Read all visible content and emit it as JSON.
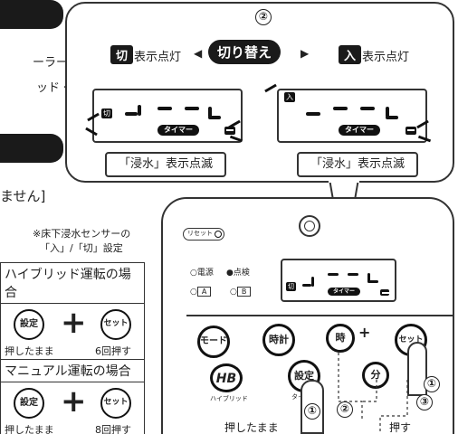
{
  "left_text": {
    "line1": "ーラー",
    "line2": "ッド・",
    "line3": "ません]"
  },
  "callout": {
    "step": "②",
    "off_tag": "切",
    "off_label": "表示点灯",
    "switch_label": "切り替え",
    "on_tag": "入",
    "on_label": "表示点灯",
    "lcd_off_marker": "切",
    "lcd_on_marker": "入",
    "timer_pill": "タイマー",
    "flood_left": "「浸水」表示点滅",
    "flood_right": "「浸水」表示点滅"
  },
  "note": {
    "line1": "※床下浸水センサーの",
    "line2": "「入」/「切」設定"
  },
  "table": {
    "hybrid_title": "ハイブリッド運転の場合",
    "manual_title": "マニュアル運転の場合",
    "btn_setting": "設定",
    "btn_set": "セット",
    "hold": "押したまま",
    "hybrid_count": "6回押す",
    "manual_count": "8回押す"
  },
  "remote": {
    "reset": "リセット",
    "power": "○電源",
    "check": "●点検",
    "a_label": "○",
    "a_box": "A",
    "b_label": "○",
    "b_box": "B",
    "lcd_marker": "切",
    "timer_pill": "タイマー",
    "btn_mode": "モード",
    "btn_clock": "時計",
    "btn_hour": "時",
    "plus": "+",
    "btn_set": "セット",
    "btn_hb": "HB",
    "hb_sub": "ハイブリッド",
    "btn_setting": "設定",
    "setting_sub": "タイマー",
    "btn_min": "分",
    "step1": "①",
    "step2": "②",
    "step3": "③",
    "step1b": "①",
    "hold": "押したまま",
    "press": "押す"
  }
}
